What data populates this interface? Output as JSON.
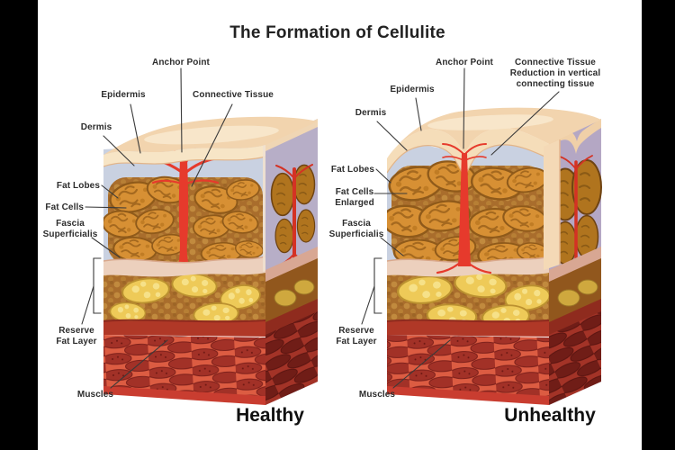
{
  "title": "The Formation of Cellulite",
  "diagrams": {
    "healthy": {
      "caption": "Healthy",
      "labels": {
        "anchor_point": "Anchor Point",
        "epidermis": "Epidermis",
        "connective_tissue": "Connective Tissue",
        "dermis": "Dermis",
        "fat_lobes": "Fat Lobes",
        "fat_cells": "Fat Cells",
        "fascia_superficialis": "Fascia\nSuperficialis",
        "reserve_fat_layer": "Reserve\nFat Layer",
        "muscles": "Muscles"
      }
    },
    "unhealthy": {
      "caption": "Unhealthy",
      "labels": {
        "anchor_point": "Anchor Point",
        "connective_tissue_reduction": "Connective Tissue\nReduction in vertical\nconnecting tissue",
        "epidermis": "Epidermis",
        "dermis": "Dermis",
        "fat_lobes": "Fat Lobes",
        "fat_cells_enlarged": "Fat Cells\nEnlarged",
        "fascia_superficialis": "Fascia\nSuperficialis",
        "reserve_fat_layer": "Reserve\nFat Layer",
        "muscles": "Muscles"
      }
    }
  },
  "colors": {
    "background": "#000000",
    "panel": "#ffffff",
    "text": "#2d2d2d",
    "skin_top": "#f2d4ae",
    "epidermis_band": "#f7e5c6",
    "dermis_blue_gray": "#c9d1e1",
    "connective_tissue_red": "#e63a2c",
    "fat_lobe_orange": "#d79034",
    "fat_matrix_brown": "#a96d2c",
    "fascia_pink": "#ecd0bd",
    "reserve_fat_yellow": "#eeca58",
    "muscle_red": "#dc5c42",
    "muscle_fiber_dark": "#a23127"
  }
}
